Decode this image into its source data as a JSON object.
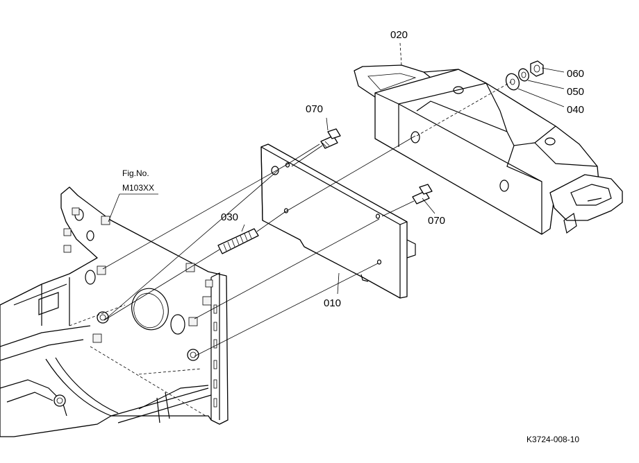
{
  "figure": {
    "ref_title": "Fig.No.",
    "ref_number": "M103XX",
    "drawing_code": "K3724-008-10"
  },
  "callouts": {
    "p010": "010",
    "p020": "020",
    "p030": "030",
    "p040": "040",
    "p050": "050",
    "p060": "060",
    "p070a": "070",
    "p070b": "070"
  }
}
